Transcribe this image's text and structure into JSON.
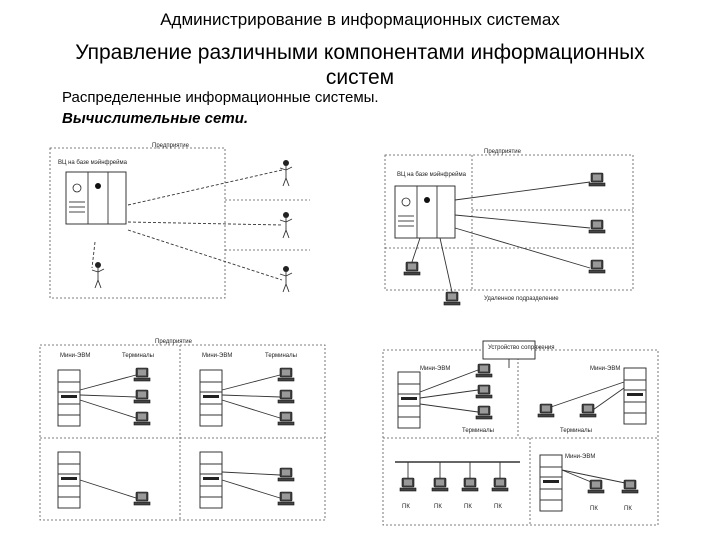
{
  "slide": {
    "header": "Администрирование в информационных системах",
    "title": "Управление различными компонентами информационных систем",
    "subtitle1": "Распределенные информационные системы.",
    "subtitle2": "Вычислительные сети."
  },
  "diagram1": {
    "enterprise": "Предприятие",
    "center": "ВЦ на базе мэйнфрейма"
  },
  "diagram2": {
    "enterprise": "Предприятие",
    "center": "ВЦ на базе мэйнфрейма",
    "remote": "Удаленное подразделение"
  },
  "diagram3": {
    "enterprise": "Предприятие",
    "mini1": "Мини-ЭВМ",
    "terminals1": "Терминалы",
    "mini2": "Мини-ЭВМ",
    "terminals2": "Терминалы"
  },
  "diagram4": {
    "device": "Устройство сопряжения",
    "mini1": "Мини-ЭВМ",
    "mini2": "Мини-ЭВМ",
    "terminals1": "Терминалы",
    "terminals2": "Терминалы",
    "mini3": "Мини-ЭВМ",
    "pc": "ПК"
  }
}
